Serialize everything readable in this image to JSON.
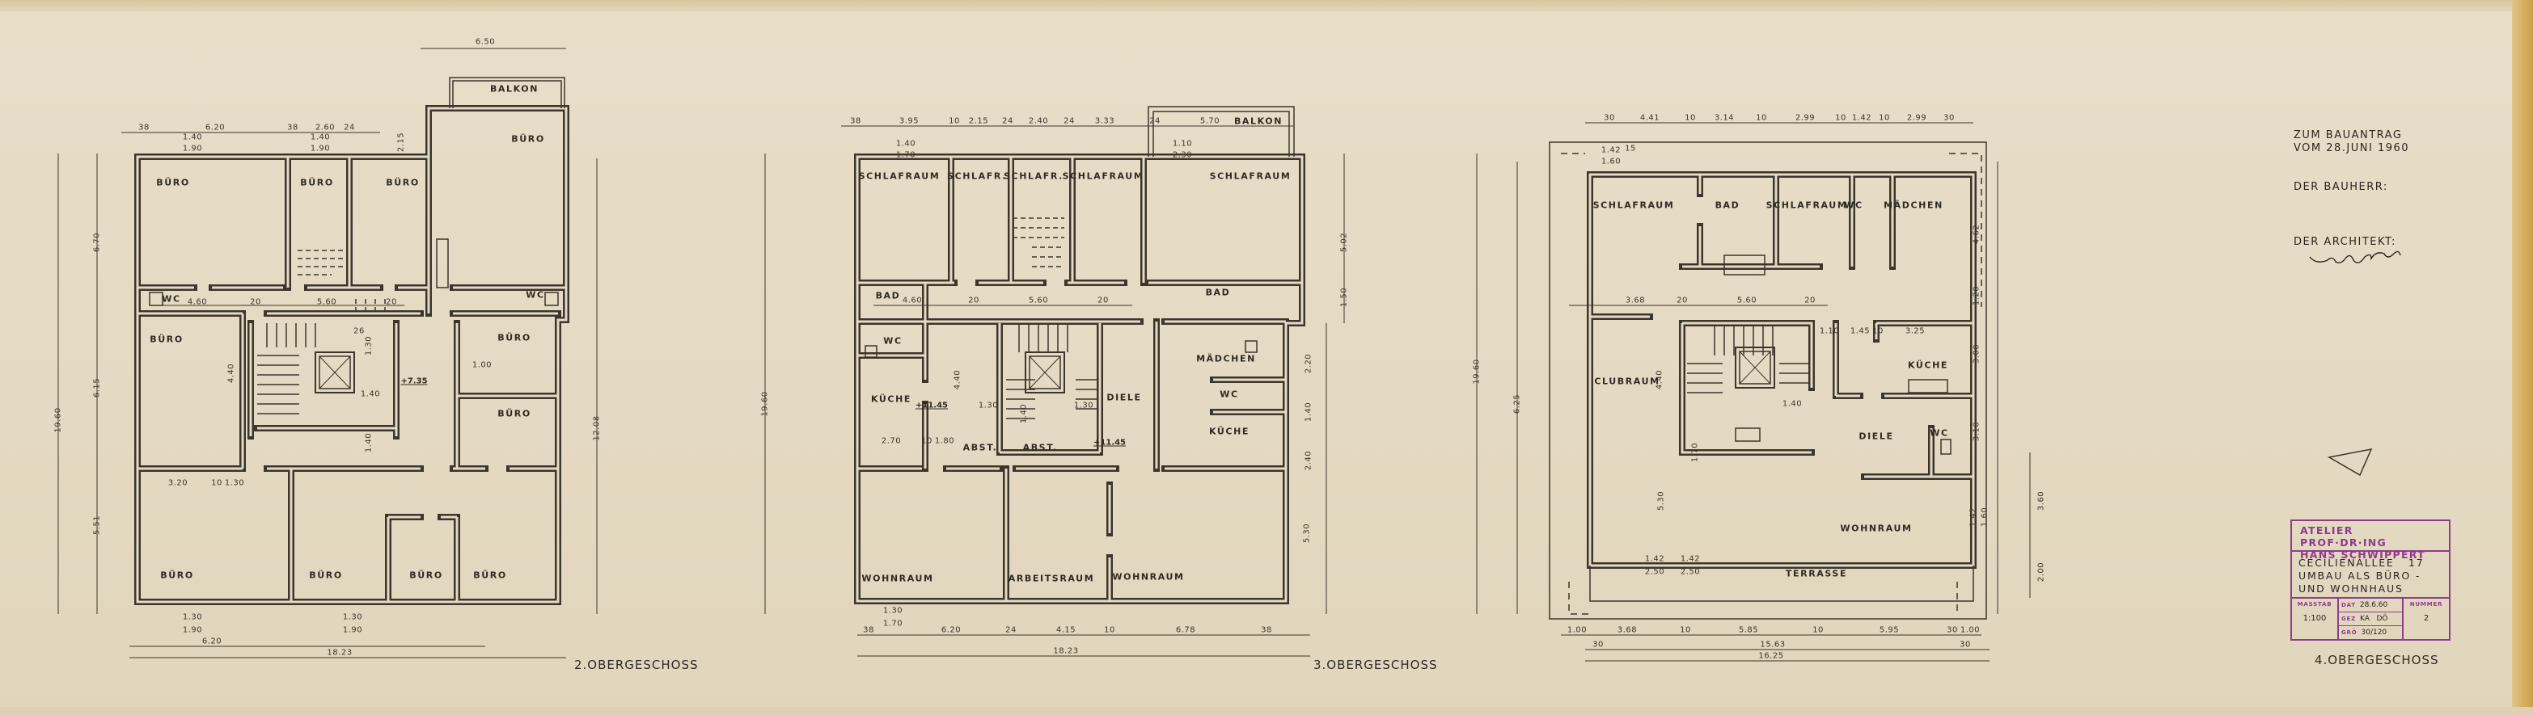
{
  "sheet_notes": {
    "lines": [
      "ZUM BAUANTRAG",
      "VOM 28.JUNI 1960",
      "DER BAUHERR:",
      "DER ARCHITEKT:"
    ]
  },
  "stamp": {
    "office": [
      "ATELIER PROF·DR·ING",
      "HANS SCHWIPPERT"
    ],
    "project": [
      "CECILIENALLEE   17",
      "UMBAU ALS BÜRO -",
      "UND WOHNHAUS"
    ],
    "scale_label": "MASSTAB",
    "scale_value": "1:100",
    "date_label": "DAT",
    "date_value": "28.6.60",
    "drawn_label": "GEZ",
    "drawn_value": "KA   DÖ",
    "size_label": "GRÖ",
    "size_value": "30/120",
    "number_label": "NUMMER",
    "number_value": "2",
    "color": "#8e3c8c"
  },
  "plans": [
    {
      "title": "2.OBERGESCHOSS",
      "level_marks": [
        "+7.35"
      ],
      "rooms": [
        "BALKON",
        "BÜRO",
        "BÜRO",
        "BÜRO",
        "BÜRO",
        "WC",
        "WC",
        "BÜRO",
        "BÜRO",
        "BÜRO",
        "BÜRO",
        "BÜRO",
        "BÜRO",
        "BÜRO"
      ],
      "dims": [
        "6.50",
        "38",
        "6.20",
        "38",
        "2.60",
        "24",
        "1.40",
        "1.90",
        "1.40",
        "1.90",
        "2.15",
        "4.60",
        "20",
        "5.60",
        "20",
        "6.70",
        "6.15",
        "5.51",
        "19.60",
        "12.08",
        "1.00",
        "3.20",
        "10",
        "1.30",
        "1.30",
        "1.90",
        "1.30",
        "1.90",
        "6.20",
        "18.23",
        "4.40",
        "1.40",
        "1.40",
        "1.30",
        "26"
      ]
    },
    {
      "title": "3.OBERGESCHOSS",
      "level_marks": [
        "+11.45",
        "+11.45"
      ],
      "rooms": [
        "BALKON",
        "SCHLAFRAUM",
        "SCHLAFR.",
        "SCHLAFR.",
        "SCHLAFRAUM",
        "SCHLAFRAUM",
        "BAD",
        "BAD",
        "WC",
        "KÜCHE",
        "MÄDCHEN",
        "WC",
        "DIELE",
        "KÜCHE",
        "ABST.",
        "ABST.",
        "WOHNRAUM",
        "ARBEITSRAUM",
        "WOHNRAUM"
      ],
      "dims": [
        "38",
        "3.95",
        "10",
        "2.15",
        "24",
        "2.40",
        "24",
        "3.33",
        "24",
        "5.70",
        "1.40",
        "1.70",
        "1.10",
        "2.30",
        "4.60",
        "20",
        "5.60",
        "20",
        "19.60",
        "5.02",
        "1.50",
        "2.20",
        "1.40",
        "2.40",
        "5.30",
        "4.40",
        "2.70",
        "10",
        "1.80",
        "1.30",
        "1.30",
        "1.40",
        "1.30",
        "1.70",
        "38",
        "6.20",
        "24",
        "4.15",
        "10",
        "6.78",
        "38",
        "18.23"
      ]
    },
    {
      "title": "4.OBERGESCHOSS",
      "level_marks": [],
      "rooms": [
        "SCHLAFRAUM",
        "BAD",
        "SCHLAFRAUM",
        "WC",
        "MÄDCHEN",
        "CLUBRAUM",
        "KÜCHE",
        "DIELE",
        "WC",
        "WOHNRAUM",
        "TERRASSE"
      ],
      "dims": [
        "30",
        "4.41",
        "10",
        "3.14",
        "10",
        "2.99",
        "10",
        "1.42",
        "10",
        "2.99",
        "30",
        "1.42",
        "15",
        "1.60",
        "3.68",
        "20",
        "5.60",
        "20",
        "1.10",
        "1.45",
        "10",
        "3.25",
        "1.40",
        "19.60",
        "6.25",
        "4.40",
        "5.30",
        "1.70",
        "4.62",
        "3.00",
        "3.10",
        "1.42",
        "1.60",
        "2.00",
        "3.60",
        "1.42",
        "1.42",
        "2.50",
        "2.50",
        "1.00",
        "3.68",
        "10",
        "5.85",
        "10",
        "5.95",
        "30",
        "1.00",
        "30",
        "15.63",
        "30",
        "16.25",
        "1.20"
      ]
    }
  ],
  "colors": {
    "paper": "#e5dac4",
    "ink": "#3a362c",
    "tape": "#d4ad5c"
  }
}
